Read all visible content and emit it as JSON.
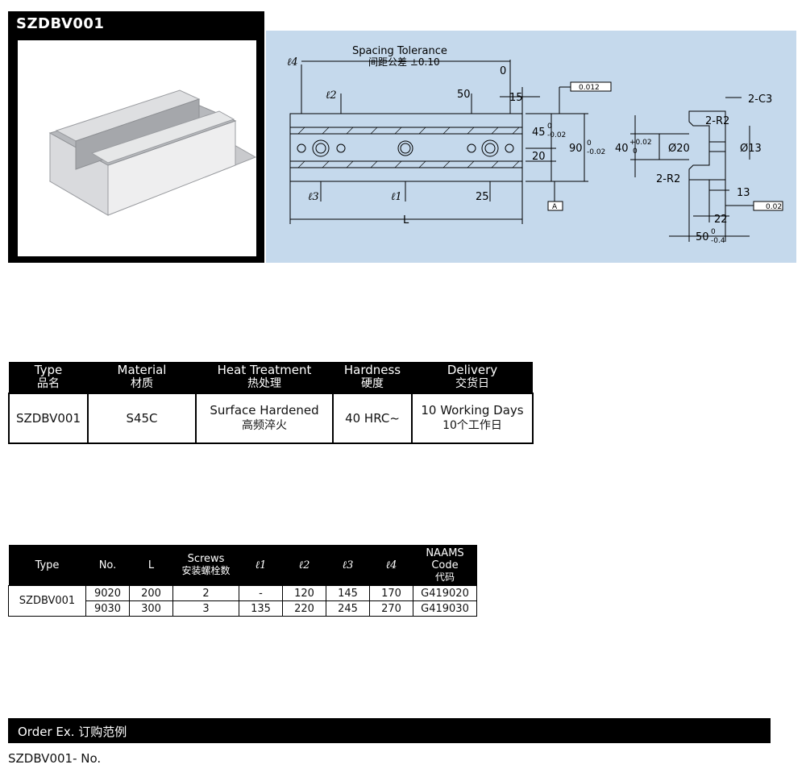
{
  "product": {
    "code": "SZDBV001"
  },
  "drawing": {
    "spacing_tolerance_en": "Spacing Tolerance",
    "spacing_tolerance_zh": "间距公差 ±0.10",
    "l4": "ℓ4",
    "l2": "ℓ2",
    "l3": "ℓ3",
    "l1": "ℓ1",
    "zero": "0",
    "d50": "50",
    "d15": "15",
    "d25": "25",
    "L": "L",
    "d45": "45",
    "d45_tol_top": "0",
    "d45_tol_bot": "-0.02",
    "d20": "20",
    "d90": "90",
    "d90_tol_top": "0",
    "d90_tol_bot": "-0.02",
    "datum_a": "A",
    "fcf_parallel": "0.012",
    "fcf_perp": "0.02",
    "c3": "2-C3",
    "r2_top": "2-R2",
    "r2_bot": "2-R2",
    "d40": "40",
    "d40_tol_top": "+0.02",
    "d40_tol_bot": "0",
    "phi20": "Ø20",
    "phi13": "Ø13",
    "d13": "13",
    "d22": "22",
    "d50s": "50",
    "d50s_tol_top": "0",
    "d50s_tol_bot": "-0.4",
    "flat_tol": "0.02"
  },
  "spec_table": {
    "headers": [
      {
        "en": "Type",
        "zh": "品名"
      },
      {
        "en": "Material",
        "zh": "材质"
      },
      {
        "en": "Heat Treatment",
        "zh": "热处理"
      },
      {
        "en": "Hardness",
        "zh": "硬度"
      },
      {
        "en": "Delivery",
        "zh": "交货日"
      }
    ],
    "row": {
      "type": "SZDBV001",
      "material": "S45C",
      "heat_en": "Surface Hardened",
      "heat_zh": "高频淬火",
      "hardness": "40 HRC~",
      "delivery_en": "10 Working Days",
      "delivery_zh": "10个工作日"
    }
  },
  "size_table": {
    "headers": {
      "type": "Type",
      "no": "No.",
      "L": "L",
      "screws_en": "Screws",
      "screws_zh": "安装螺栓数",
      "l1": "ℓ1",
      "l2": "ℓ2",
      "l3": "ℓ3",
      "l4": "ℓ4",
      "naams_en": "NAAMS Code",
      "naams_zh": "代码"
    },
    "type": "SZDBV001",
    "rows": [
      {
        "no": "9020",
        "L": "200",
        "screws": "2",
        "l1": "-",
        "l2": "120",
        "l3": "145",
        "l4": "170",
        "code": "G419020"
      },
      {
        "no": "9030",
        "L": "300",
        "screws": "3",
        "l1": "135",
        "l2": "220",
        "l3": "245",
        "l4": "270",
        "code": "G419030"
      }
    ]
  },
  "order": {
    "label": "Order Ex.  订购范例",
    "example": "SZDBV001-  No."
  }
}
